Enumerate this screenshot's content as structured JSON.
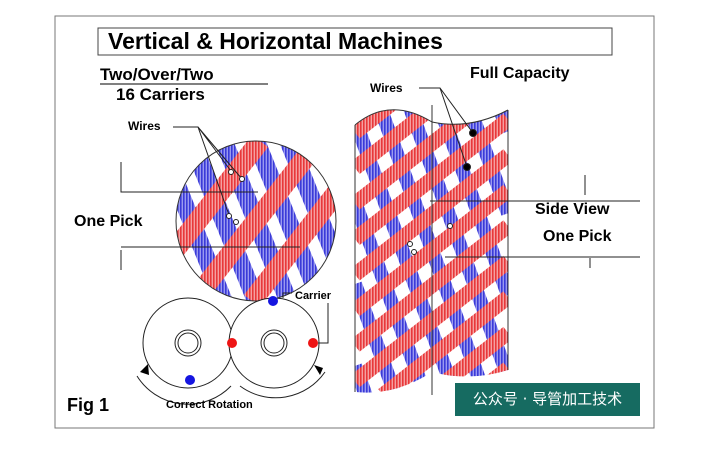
{
  "title": "Vertical & Horizontal Machines",
  "left": {
    "pattern": "Two/Over/Two",
    "carriers": "16 Carriers",
    "wires_label": "Wires",
    "pick_label": "One Pick"
  },
  "right": {
    "capacity": "Full Capacity",
    "wires_label": "Wires",
    "side_view": "Side View",
    "pick_label": "One Pick"
  },
  "gears": {
    "carrier_label": "Carrier",
    "rotation_label": "Correct Rotation"
  },
  "figure_label": "Fig 1",
  "watermark": "公众号 · 导管加工技术",
  "colors": {
    "red": "#e8383a",
    "blue": "#3a3ad8",
    "watermark_bg": "#166b61"
  }
}
